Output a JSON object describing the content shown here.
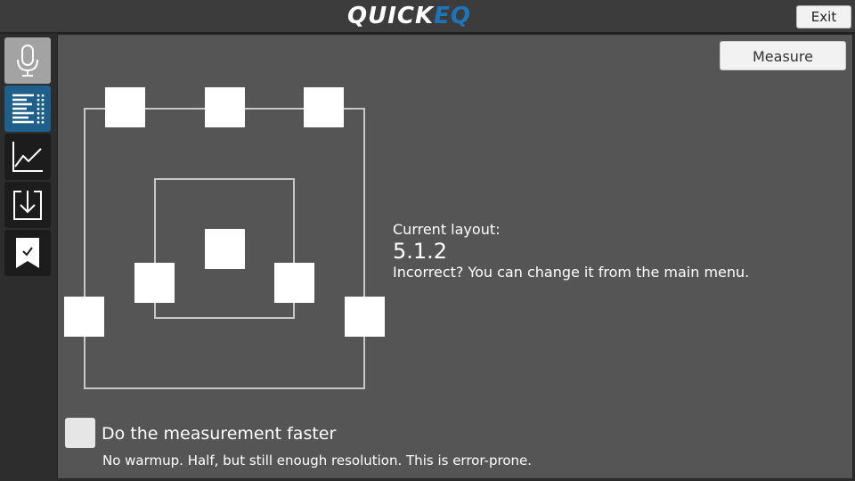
{
  "app": {
    "logo_part1": "QUICK",
    "logo_part2": "EQ",
    "exit_label": "Exit"
  },
  "sidebar": {
    "items": [
      {
        "icon": "microphone-icon",
        "state": "enabled"
      },
      {
        "icon": "speaker-list-icon",
        "state": "active"
      },
      {
        "icon": "graph-icon",
        "state": "normal"
      },
      {
        "icon": "export-icon",
        "state": "normal"
      },
      {
        "icon": "bookmark-check-icon",
        "state": "normal"
      }
    ]
  },
  "main": {
    "measure_label": "Measure",
    "layout_label": "Current layout:",
    "layout_value": "5.1.2",
    "layout_hint": "Incorrect? You can change it from the main menu.",
    "faster": {
      "label": "Do the measurement faster",
      "description": "No warmup. Half, but still enough resolution. This is error-prone.",
      "checked": false
    }
  },
  "colors": {
    "accent": "#1f74b8",
    "panel": "#555555",
    "background": "#2d2d2d"
  }
}
